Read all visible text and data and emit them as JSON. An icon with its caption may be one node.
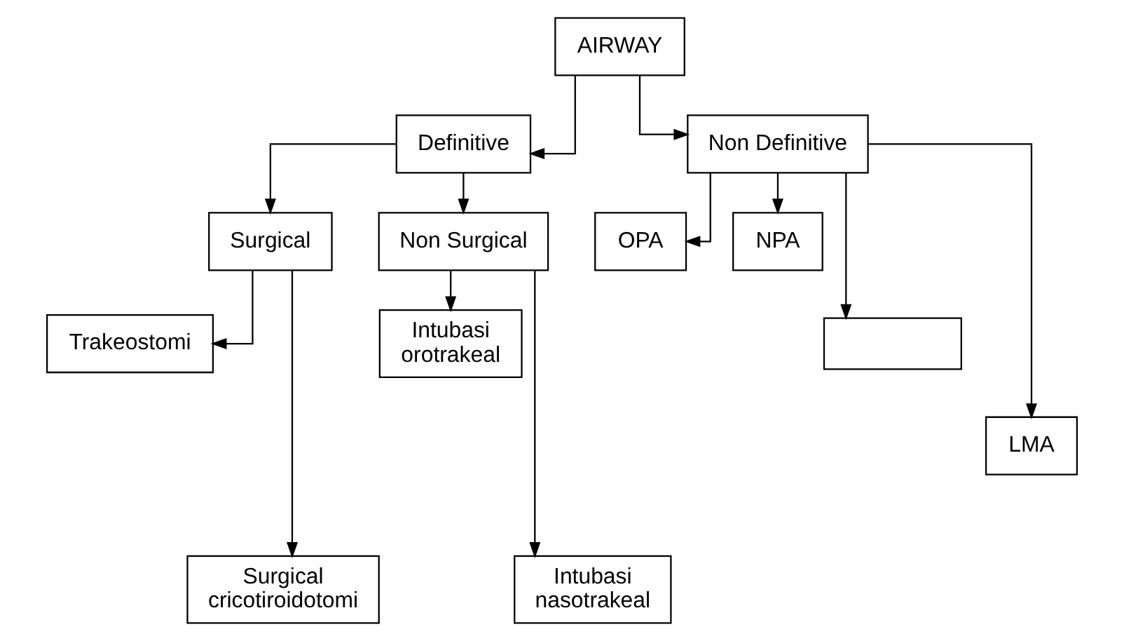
{
  "diagram": {
    "nodes": [
      {
        "text": [
          "AIRWAY"
        ]
      },
      {
        "text": [
          "Definitive"
        ]
      },
      {
        "text": [
          "Non Definitive"
        ]
      },
      {
        "text": [
          "Surgical"
        ]
      },
      {
        "text": [
          "Non Surgical"
        ]
      },
      {
        "text": [
          "OPA"
        ]
      },
      {
        "text": [
          "NPA"
        ]
      },
      {
        "text": [],
        "shape": "box"
      },
      {
        "text": [
          "Trakeostomi"
        ]
      },
      {
        "text": [
          "Intubasi orotrakeal"
        ]
      },
      {
        "text": [
          "LMA"
        ]
      },
      {
        "text": [
          "Surgical cricotiroidotomi"
        ]
      },
      {
        "text": [
          "Intubasi nasotrakeal"
        ]
      }
    ],
    "edges": [
      {
        "from": 0,
        "to": 1,
        "arrow": "to"
      },
      {
        "from": 0,
        "to": 2,
        "arrow": "to"
      },
      {
        "from": 1,
        "to": 3,
        "arrow": "to"
      },
      {
        "from": 1,
        "to": 4,
        "arrow": "to"
      },
      {
        "from": 3,
        "to": 8,
        "arrow": "to"
      },
      {
        "from": 3,
        "to": 11,
        "arrow": "to"
      },
      {
        "from": 4,
        "to": 9,
        "arrow": "to"
      },
      {
        "from": 4,
        "to": 12,
        "arrow": "to"
      },
      {
        "from": 2,
        "to": 5,
        "arrow": "to"
      },
      {
        "from": 2,
        "to": 6,
        "arrow": "to"
      },
      {
        "from": 2,
        "to": 10,
        "arrow": "to"
      },
      {
        "from": 2,
        "to": 7,
        "arrow": "to"
      }
    ]
  }
}
